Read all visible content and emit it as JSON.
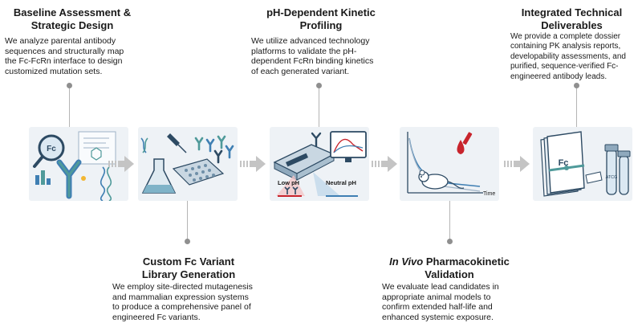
{
  "colors": {
    "background": "#ffffff",
    "panel_bg": "#eef2f6",
    "antibody_blue": "#3f7fb3",
    "antibody_teal": "#4f9a9a",
    "accent_red": "#c8242c",
    "connector_gray": "#9a9a9a",
    "arrow_gray": "#c4c4c4"
  },
  "steps": [
    {
      "title_lines": [
        "Baseline Assessment &",
        "Strategic Design"
      ],
      "description_lines": [
        "We analyze parental antibody",
        "sequences and structurally map",
        "the Fc-FcRn interface to design",
        "customized mutation sets."
      ],
      "icon": "magnifier-antibody-dna-illustration",
      "icon_text": "Fc"
    },
    {
      "title_lines": [
        "Custom Fc Variant",
        "Library Generation"
      ],
      "description_lines": [
        "We employ site-directed mutagenesis",
        "and mammalian expression systems",
        "to produce a comprehensive panel of",
        "engineered Fc variants."
      ],
      "icon": "pipette-flask-plate-antibodies-illustration"
    },
    {
      "title_lines": [
        "pH-Dependent Kinetic",
        "Profiling"
      ],
      "description_lines": [
        "We utilize advanced technology",
        "platforms to validate the pH-",
        "dependent FcRn binding kinetics",
        "of each generated variant."
      ],
      "icon": "sensor-chip-monitor-illustration",
      "icon_labels": {
        "low_ph": "Low pH",
        "neutral_ph": "Neutral pH"
      }
    },
    {
      "title_italic": "In Vivo",
      "title_rest": " Pharmacokinetic",
      "title_line2": "Validation",
      "description_lines": [
        "We evaluate lead candidates in",
        "appropriate animal models to",
        "confirm extended half-life and",
        "enhanced systemic exposure."
      ],
      "icon": "mouse-pk-curve-blood-drop-illustration",
      "icon_labels": {
        "time_axis": "Time"
      }
    },
    {
      "title_lines": [
        "Integrated Technical",
        "Deliverables"
      ],
      "description_lines": [
        "We provide a complete dossier",
        "containing PK analysis reports,",
        "developability assessments, and",
        "purified, sequence-verified Fc-",
        "engineered antibody leads."
      ],
      "icon": "binder-tubes-illustration",
      "icon_labels": {
        "binder": "Fc",
        "tube": "ATCG"
      }
    }
  ]
}
